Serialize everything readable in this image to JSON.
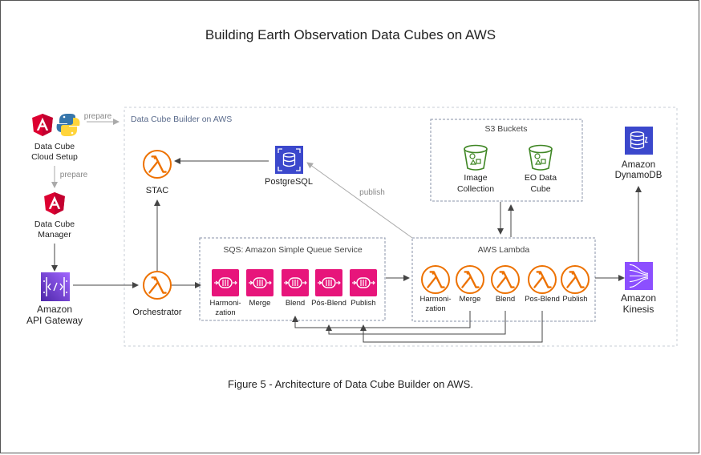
{
  "title": "Building Earth Observation Data Cubes on AWS",
  "caption": "Figure 5 -  Architecture of Data Cube Builder on AWS.",
  "colors": {
    "lambda_orange": "#ED7100",
    "sqs_pink": "#E7157B",
    "gateway_purple": "#8C4FFF",
    "rds_blue": "#3B48CC",
    "s3_green": "#3F8624",
    "angular_red": "#DD0031",
    "python_blue": "#3776AB",
    "python_yellow": "#FFD43B",
    "arrow_dark": "#444444",
    "arrow_light": "#AAAAAA",
    "border_dashed": "#8893A8"
  },
  "edge_labels": {
    "prepare_top": "prepare",
    "prepare_mid": "prepare",
    "publish": "publish"
  },
  "nodes": {
    "setup": {
      "label": "Data Cube\nCloud Setup",
      "icons": [
        "angular-icon",
        "python-icon"
      ]
    },
    "manager": {
      "label": "Data Cube\nManager",
      "icon": "angular-icon"
    },
    "api_gateway": {
      "label": "Amazon\nAPI Gateway",
      "icon": "api-gateway-icon"
    },
    "orchestrator": {
      "label": "Orchestrator",
      "icon": "lambda-icon"
    },
    "stac": {
      "label": "STAC",
      "icon": "lambda-icon"
    },
    "postgresql": {
      "label": "PostgreSQL",
      "icon": "rds-icon"
    },
    "dynamodb": {
      "label": "Amazon\nDynamoDB",
      "icon": "dynamodb-icon"
    },
    "kinesis": {
      "label": "Amazon\nKinesis",
      "icon": "kinesis-icon"
    }
  },
  "groups": {
    "builder": {
      "label": "Data Cube Builder on AWS"
    },
    "s3": {
      "label": "S3 Buckets",
      "buckets": [
        {
          "label": "Image\nCollection",
          "icon": "s3-bucket-icon"
        },
        {
          "label": "EO Data\nCube",
          "icon": "s3-bucket-icon"
        }
      ]
    },
    "sqs": {
      "label": "SQS: Amazon Simple Queue Service",
      "queues": [
        {
          "label": "Harmoni-\nzation",
          "icon": "sqs-queue-icon"
        },
        {
          "label": "Merge",
          "icon": "sqs-queue-icon"
        },
        {
          "label": "Blend",
          "icon": "sqs-queue-icon"
        },
        {
          "label": "Pós-Blend",
          "icon": "sqs-queue-icon"
        },
        {
          "label": "Publish",
          "icon": "sqs-queue-icon"
        }
      ]
    },
    "lambda": {
      "label": "AWS Lambda",
      "functions": [
        {
          "label": "Harmoni-\nzation",
          "icon": "lambda-icon"
        },
        {
          "label": "Merge",
          "icon": "lambda-icon"
        },
        {
          "label": "Blend",
          "icon": "lambda-icon"
        },
        {
          "label": "Pos-Blend",
          "icon": "lambda-icon"
        },
        {
          "label": "Publish",
          "icon": "lambda-icon"
        }
      ]
    }
  }
}
